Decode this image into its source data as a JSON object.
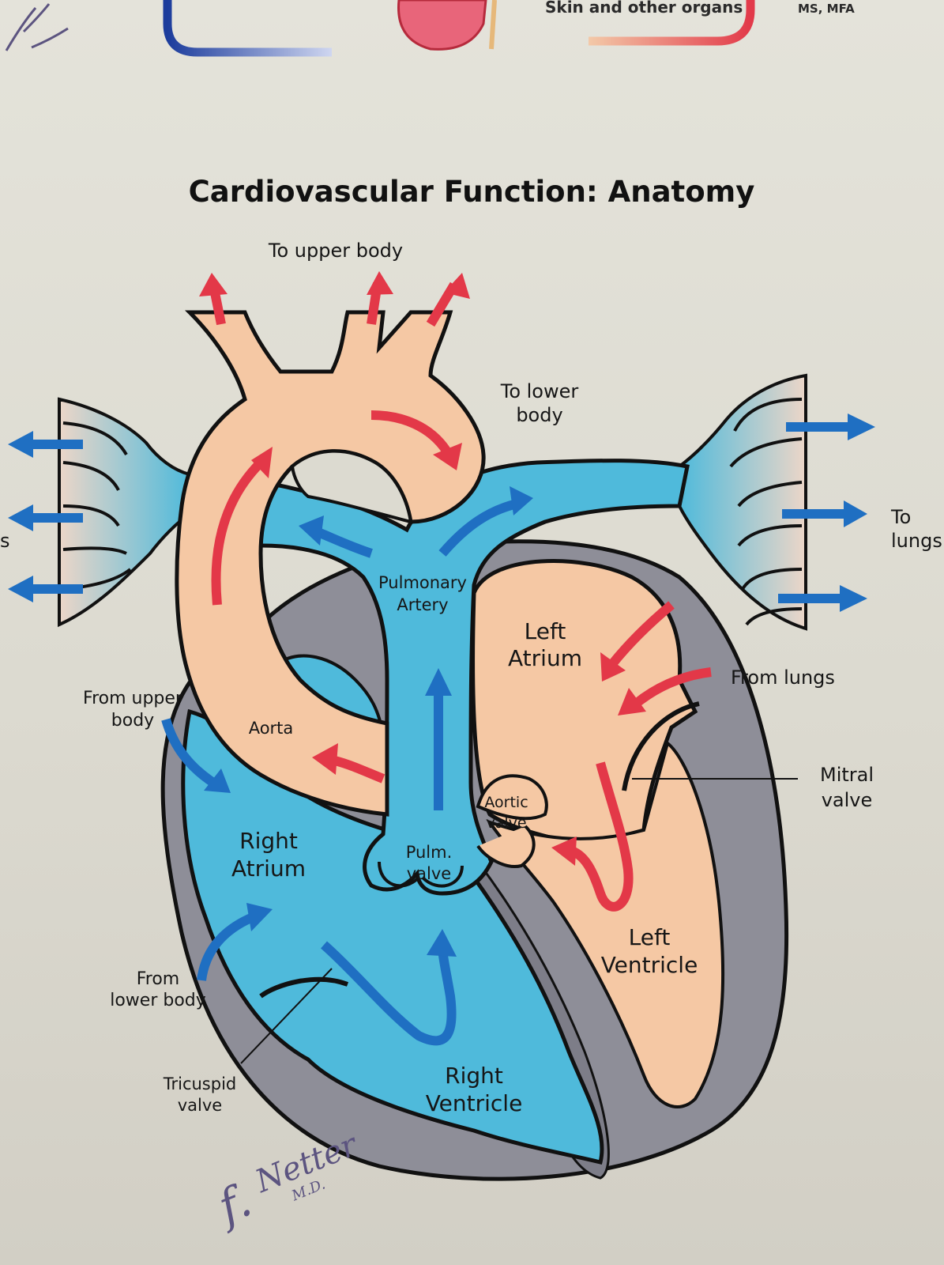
{
  "header_strip": {
    "organs_label": "Skin and other organs",
    "credentials": "MS, MFA"
  },
  "title": "Cardiovascular Function: Anatomy",
  "labels": {
    "to_upper_body": "To upper body",
    "to_lower_body_1": "To lower",
    "to_lower_body_2": "body",
    "to_lungs_1": "To",
    "to_lungs_2": "lungs",
    "left_lungs_fragment": "s",
    "pulmonary_artery_1": "Pulmonary",
    "pulmonary_artery_2": "Artery",
    "left_atrium_1": "Left",
    "left_atrium_2": "Atrium",
    "from_lungs": "From lungs",
    "from_upper_body_1": "From upper",
    "from_upper_body_2": "body",
    "aorta": "Aorta",
    "aortic_valve_1": "Aortic",
    "aortic_valve_2": "valve",
    "mitral_valve_1": "Mitral",
    "mitral_valve_2": "valve",
    "right_atrium_1": "Right",
    "right_atrium_2": "Atrium",
    "pulm_valve_1": "Pulm.",
    "pulm_valve_2": "valve",
    "left_ventricle_1": "Left",
    "left_ventricle_2": "Ventricle",
    "from_lower_body_1": "From",
    "from_lower_body_2": "lower body",
    "tricuspid_valve_1": "Tricuspid",
    "tricuspid_valve_2": "valve",
    "right_ventricle_1": "Right",
    "right_ventricle_2": "Ventricle"
  },
  "signature": {
    "initial": "f.",
    "name": "Netter",
    "suffix": "M.D."
  },
  "colors": {
    "oxygenated": "#f5c8a4",
    "deoxygenated": "#4fbadb",
    "heart_wall": "#8e8e98",
    "red_arrow": "#e33848",
    "blue_arrow": "#1f6fc2"
  }
}
